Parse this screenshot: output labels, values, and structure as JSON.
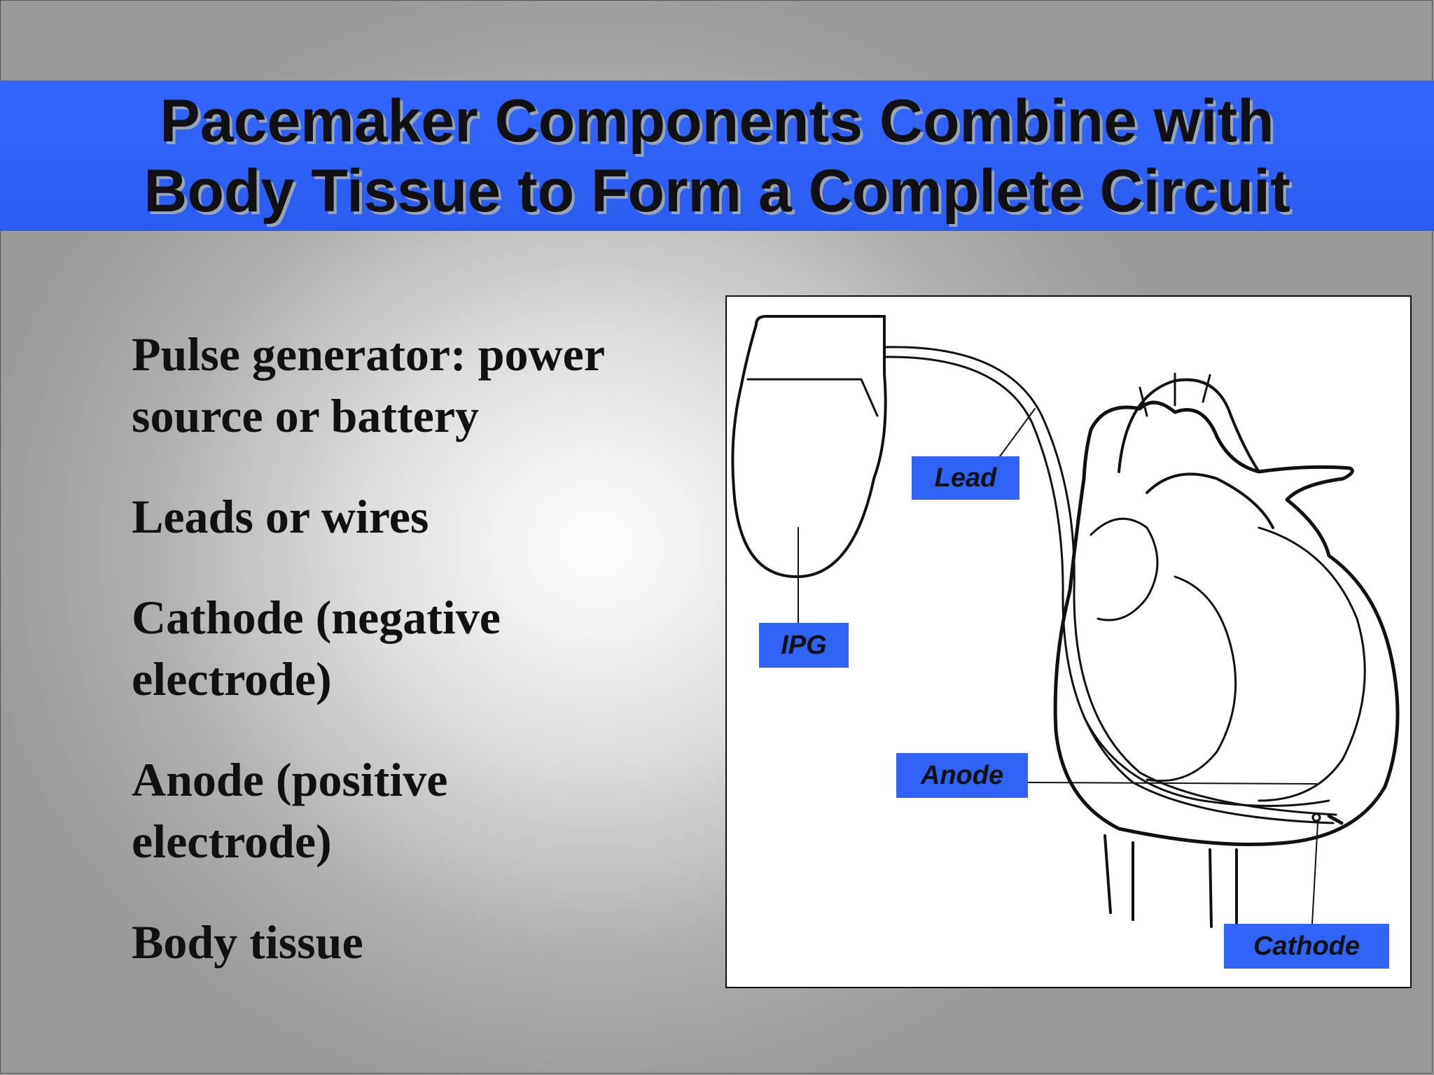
{
  "title": {
    "line1": "Pacemaker Components Combine with",
    "line2": "Body Tissue to Form a Complete Circuit"
  },
  "bullets": [
    {
      "line1": "Pulse generator: power",
      "line2": "source or battery"
    },
    {
      "line1": "Leads or wires",
      "line2": ""
    },
    {
      "line1": "Cathode (negative",
      "line2": "electrode)"
    },
    {
      "line1": "Anode (positive",
      "line2": "electrode)"
    },
    {
      "line1": "Body tissue",
      "line2": ""
    }
  ],
  "diagram": {
    "labels": {
      "lead": "Lead",
      "ipg": "IPG",
      "anode": "Anode",
      "cathode": "Cathode"
    }
  },
  "colors": {
    "title_band": "#3366ff",
    "label_fill": "#2f62f5"
  }
}
